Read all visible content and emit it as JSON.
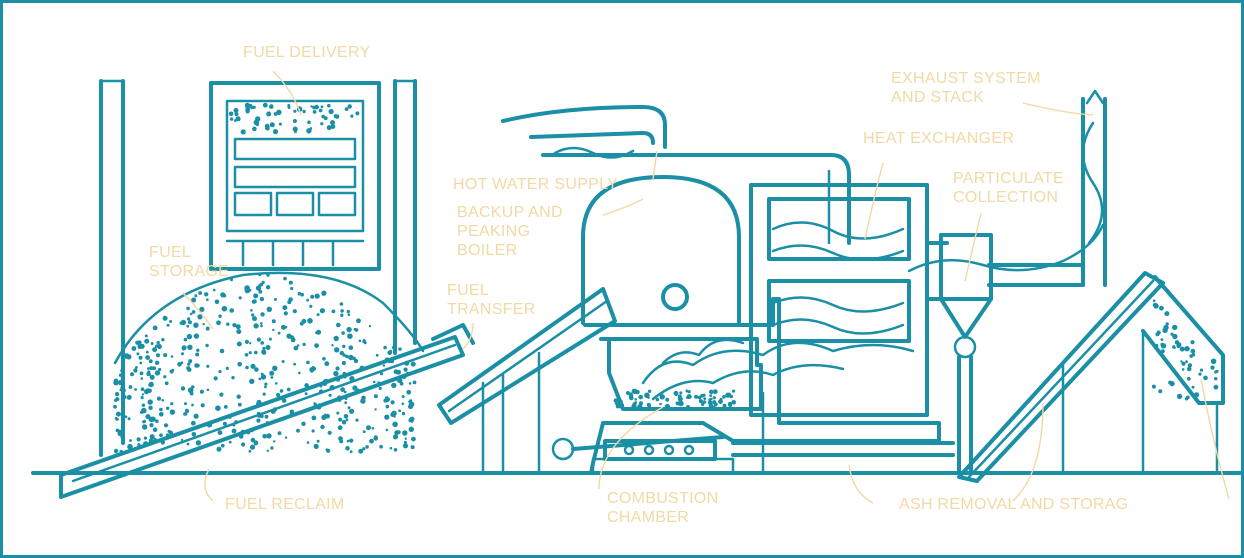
{
  "colors": {
    "ink": "#1a8fa6",
    "label": "#f2d9a4",
    "background": "#ffffff"
  },
  "labels": {
    "fuel_delivery": "FUEL DELIVERY",
    "exhaust_system": "EXHAUST SYSTEM\nAND STACK",
    "heat_exchanger": "HEAT EXCHANGER",
    "hot_water_supply": "HOT WATER SUPPLY",
    "backup_boiler": "BACKUP AND\nPEAKING\nBOILER",
    "particulate_collection": "PARTICULATE\nCOLLECTION",
    "fuel_storage": "FUEL\nSTORAGE",
    "fuel_transfer": "FUEL\nTRANSFER",
    "fuel_reclaim": "FUEL RECLAIM",
    "combustion_chamber": "COMBUSTION\nCHAMBER",
    "ash_removal": "ASH REMOVAL AND STORAG"
  }
}
